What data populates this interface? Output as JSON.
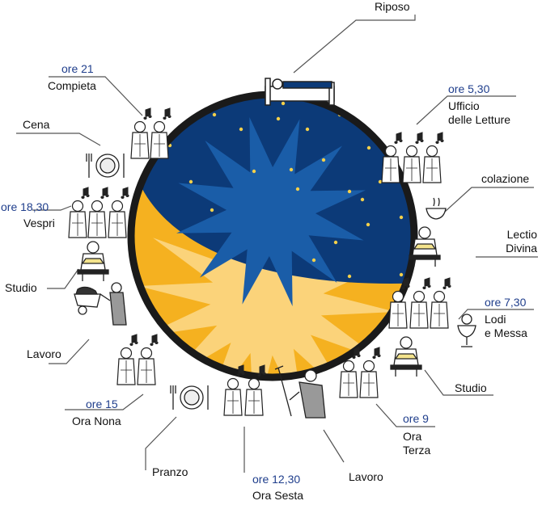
{
  "diagram": {
    "colors": {
      "night": "#0c3a78",
      "night_star": "#1a5da8",
      "day": "#f5b120",
      "day_star": "#fbd37a",
      "ring": "#1a1a1a",
      "time_text": "#1f3e8c",
      "robe": "#ffffff",
      "outline": "#222222",
      "leader": "#555555"
    },
    "activities": {
      "riposo": {
        "name": "Riposo",
        "icon": "bed-icon"
      },
      "letture": {
        "time": "ore 5,30",
        "name": "Ufficio\ndelle Letture",
        "icon": "monks-singing-icon"
      },
      "colazione": {
        "name": "colazione",
        "icon": "bowl-icon"
      },
      "lectio": {
        "name": "Lectio\nDivina",
        "icon": "monk-reading-icon"
      },
      "lodi": {
        "time": "ore 7,30",
        "name": "Lodi\ne Messa",
        "icon": "chalice-icon"
      },
      "studio_right": {
        "name": "Studio",
        "icon": "monk-reading-icon"
      },
      "terza": {
        "time": "ore 9",
        "name": "Ora\nTerza",
        "icon": "monks-singing-icon"
      },
      "lavoro_right": {
        "name": "Lavoro",
        "icon": "monk-hoeing-icon"
      },
      "sesta": {
        "time": "ore 12,30",
        "name": "Ora Sesta",
        "icon": "monks-singing-icon"
      },
      "pranzo": {
        "name": "Pranzo",
        "icon": "plate-icon"
      },
      "nona": {
        "time": "ore 15",
        "name": "Ora Nona",
        "icon": "monks-singing-icon"
      },
      "lavoro_left": {
        "name": "Lavoro",
        "icon": "wheelbarrow-icon"
      },
      "studio_left": {
        "name": "Studio",
        "icon": "monk-reading-icon"
      },
      "vespri": {
        "time": "ore 18,30",
        "name": "Vespri",
        "icon": "monks-singing-icon"
      },
      "cena": {
        "name": "Cena",
        "icon": "plate-icon"
      },
      "compieta": {
        "time": "ore 21",
        "name": "Compieta",
        "icon": "monks-singing-icon"
      }
    }
  }
}
